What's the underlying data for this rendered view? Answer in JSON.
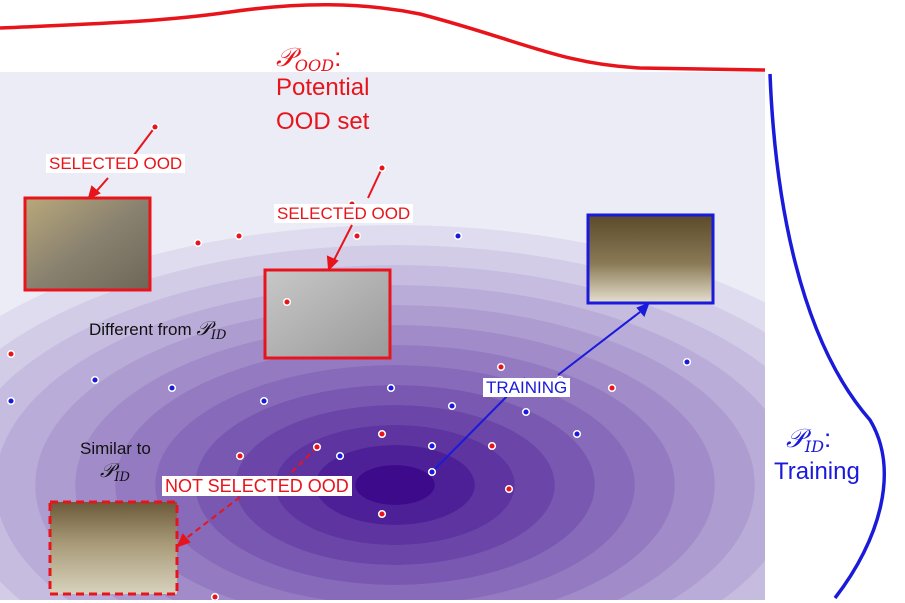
{
  "ood": {
    "symbol": "𝒫",
    "subscript": "OOD",
    "colon": ":",
    "line1": "Potential",
    "line2": "OOD set"
  },
  "id": {
    "symbol": "𝒫",
    "subscript": "ID",
    "colon": ":",
    "line1": "Training"
  },
  "labels": {
    "selected_ood_1": "SELECTED OOD",
    "selected_ood_2": "SELECTED OOD",
    "not_selected_ood": "NOT SELECTED OOD",
    "training": "TRAINING",
    "different_from": "Different from",
    "similar_to": "Similar to"
  },
  "colors": {
    "ood": "#e8141b",
    "id": "#1a1adb",
    "density_core": "#3d0a8c"
  }
}
